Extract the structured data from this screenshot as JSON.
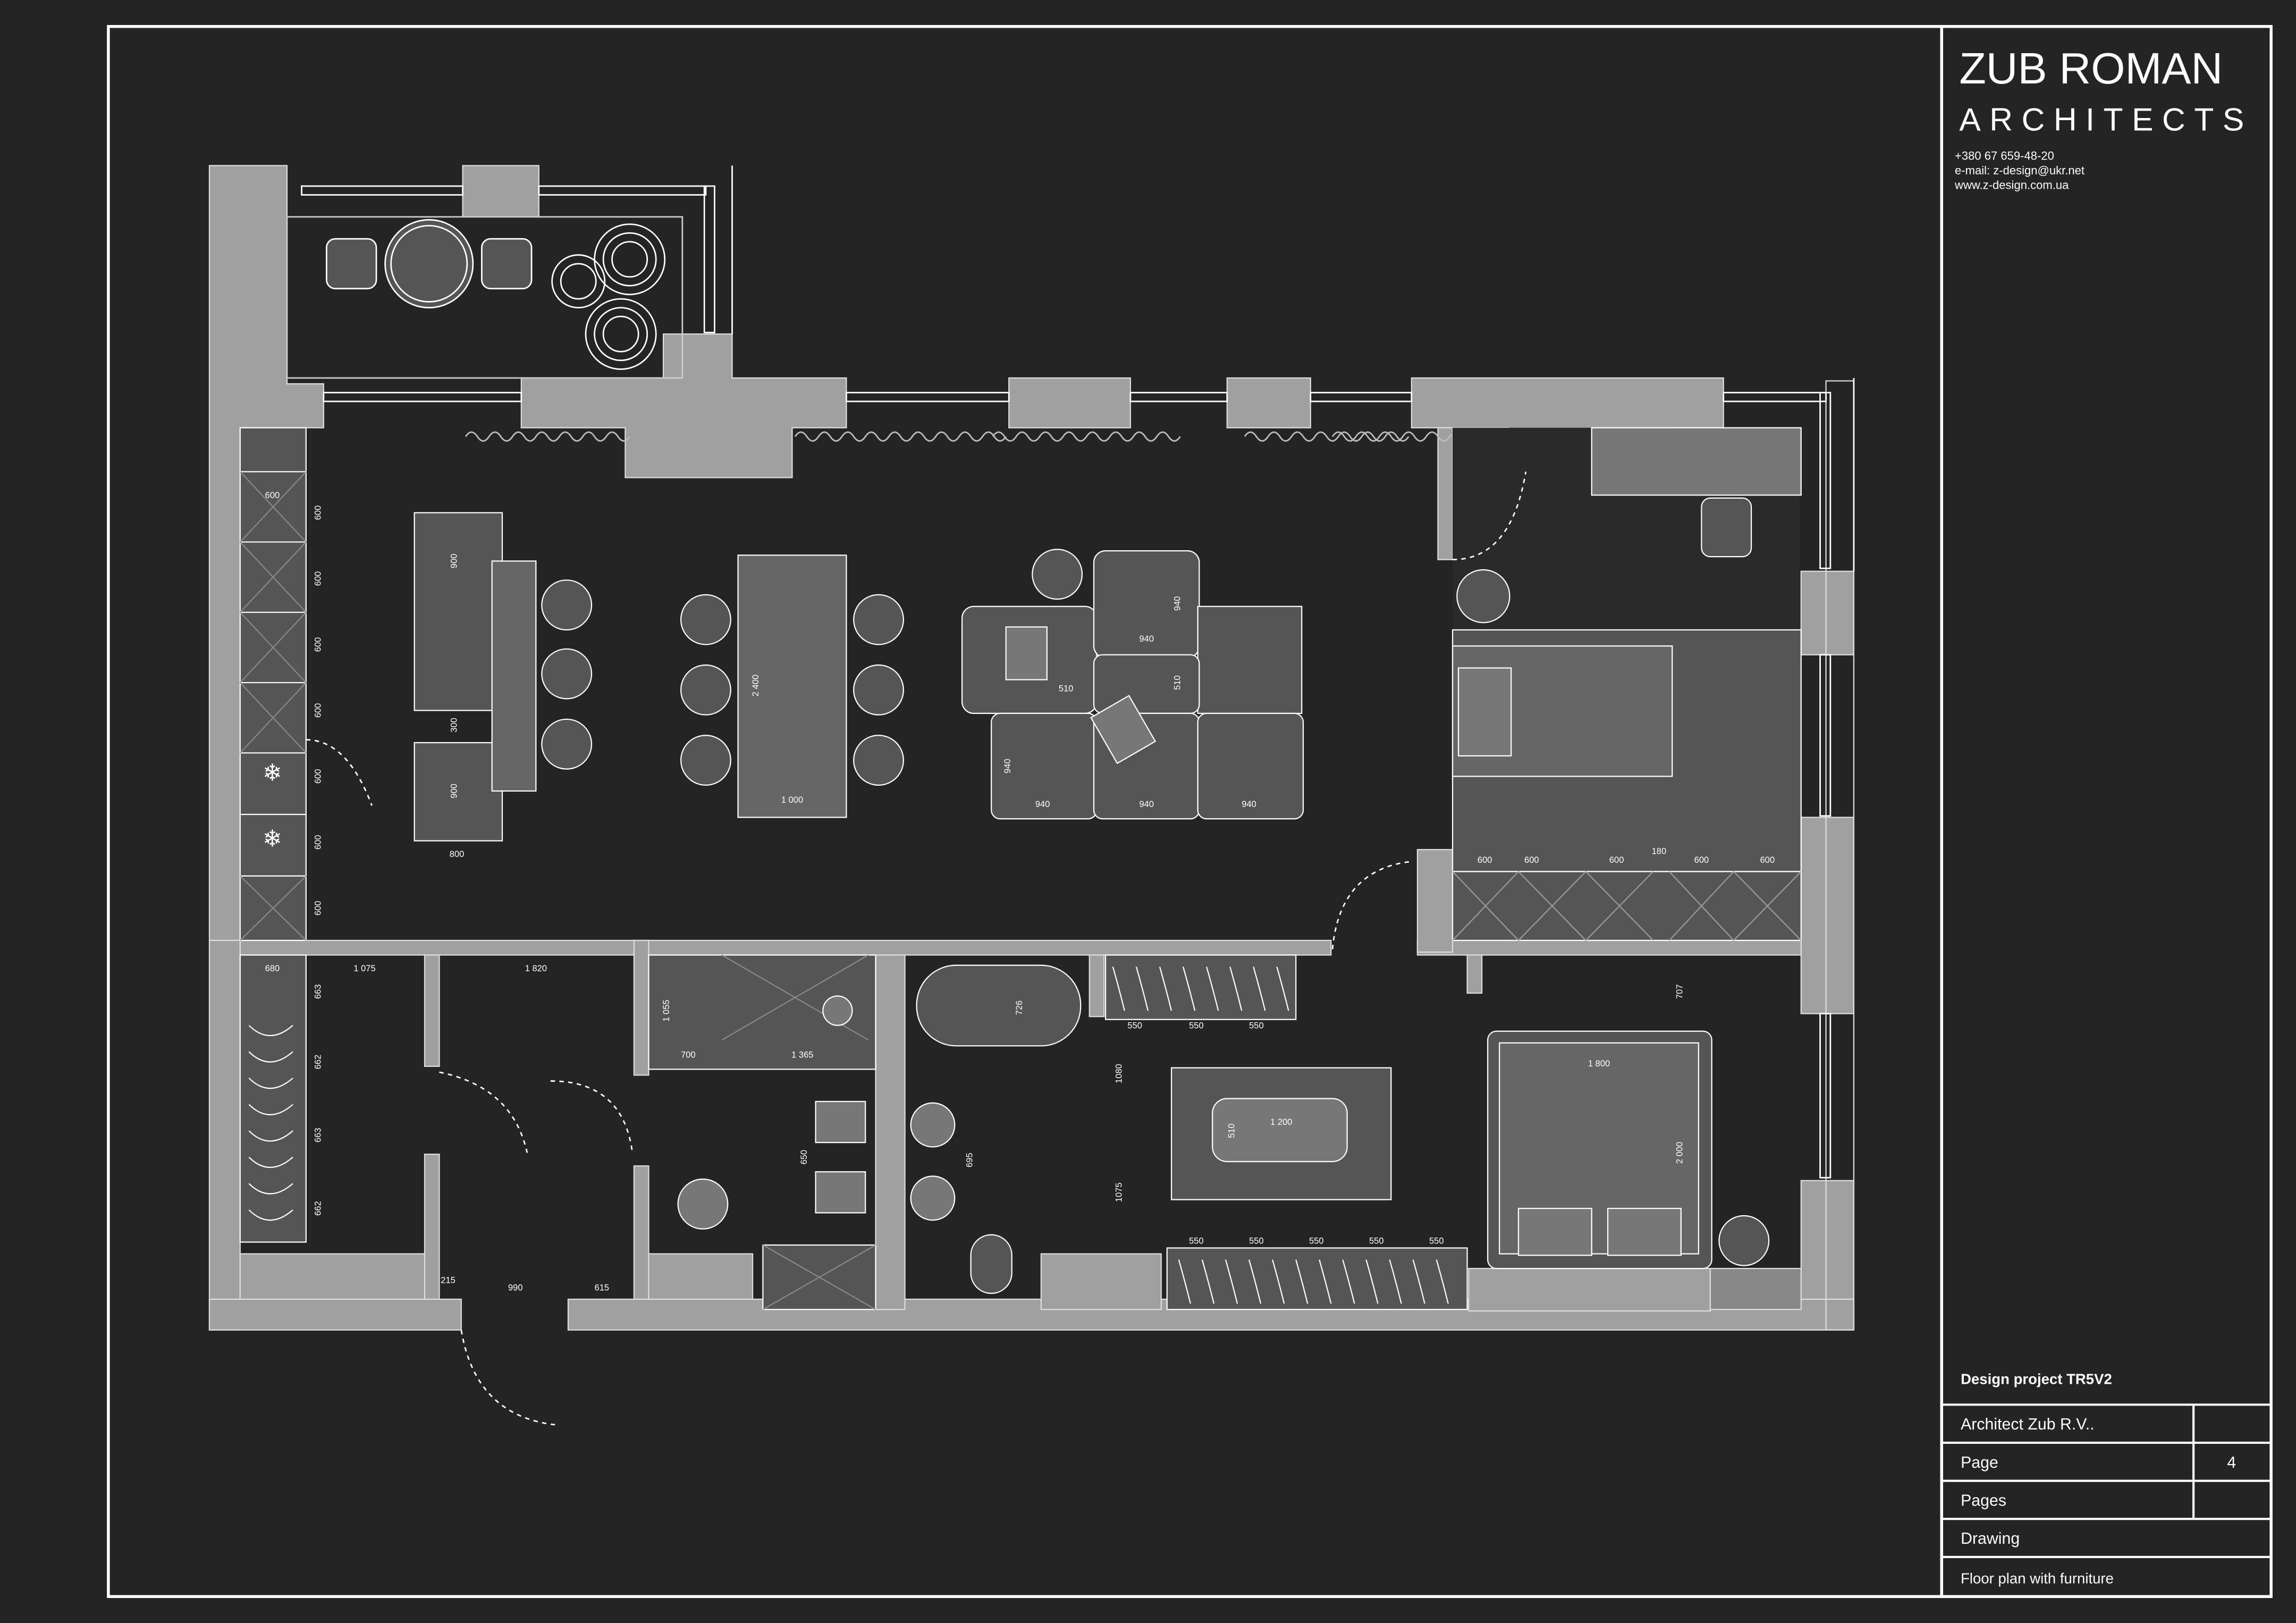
{
  "firm": {
    "name_line1": "ZUB ROMAN",
    "name_line2": "ARCHITECTS",
    "phone": "+380 67 659-48-20",
    "email": "e-mail: z-design@ukr.net",
    "web": "www.z-design.com.ua"
  },
  "title_block": {
    "project": "Design project TR5V2",
    "architect_label": "Architect Zub R.V..",
    "architect_value": "",
    "page_label": "Page",
    "page_value": "4",
    "pages_label": "Pages",
    "pages_value": "",
    "drawing_label": "Drawing",
    "drawing_title": "Floor plan with furniture"
  },
  "dimensions": {
    "kitchen_cab": [
      "600",
      "600",
      "600",
      "600",
      "600",
      "600",
      "600"
    ],
    "kitchen_cab_top": "600",
    "island_900_a": "900",
    "island_300": "300",
    "island_900_b": "900",
    "island_800": "800",
    "table_2400": "2 400",
    "table_1000": "1 000",
    "sofa_940_a": "940",
    "sofa_940_b": "940",
    "sofa_510_a": "510",
    "sofa_510_b": "510",
    "sofa_940_side": "940",
    "sofa_940_c": "940",
    "sofa_940_d": "940",
    "sofa_940_e": "940",
    "bed1_wardrobe": [
      "600",
      "600",
      "600",
      "600",
      "600"
    ],
    "bed1_wardrobe_180": "180",
    "hall_680": "680",
    "hall_1075": "1 075",
    "hall_1820": "1 820",
    "hall_663_a": "663",
    "hall_662_a": "662",
    "hall_663_b": "663",
    "hall_662_b": "662",
    "shower_1055": "1 055",
    "shower_700": "700",
    "shower_1365": "1 365",
    "wc_650": "650",
    "bath_726": "726",
    "bath_695": "695",
    "entry_215": "215",
    "entry_990": "990",
    "entry_615": "615",
    "wic_550_top": [
      "550",
      "550",
      "550"
    ],
    "wic_1080": "1080",
    "wic_1075": "1075",
    "wic_1200": "1 200",
    "wic_510": "510",
    "wic_550_bottom": [
      "550",
      "550",
      "550",
      "550",
      "550"
    ],
    "bed2_707": "707",
    "bed2_1800": "1 800",
    "bed2_2000": "2 000"
  }
}
